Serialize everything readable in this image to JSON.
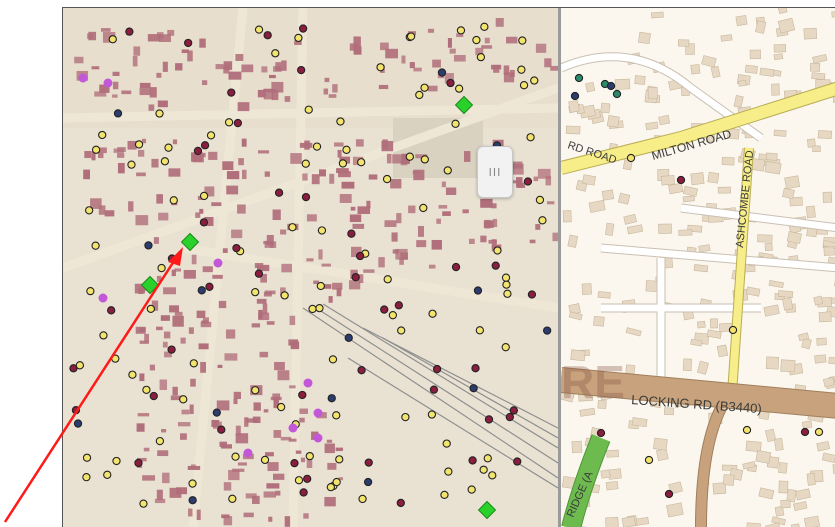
{
  "map": {
    "historic_panel": "historic-map",
    "modern_panel": "modern-map",
    "divider_handle_glyph": "III"
  },
  "roads": [
    {
      "id": "road-milton",
      "label": "MILTON ROAD"
    },
    {
      "id": "road-rd-road",
      "label": "RD ROAD"
    },
    {
      "id": "road-ashcombe",
      "label": "ASHCOMBE ROAD"
    },
    {
      "id": "road-locking",
      "label": "LOCKING RD (B3440)"
    },
    {
      "id": "road-ridge",
      "label": "RIDGE (A"
    }
  ],
  "colors": {
    "historic_bg": "#e9e2d3",
    "historic_buildings": "#b06e7a",
    "modern_bg": "#fbf7ee",
    "modern_buildings": "#e6d8c3",
    "yellow_road": "#f7ee8a",
    "brown_road": "#c7a27c",
    "green_road": "#6dbb4f",
    "marker_yellow": "#f2e46e",
    "marker_maroon": "#8b1e3f",
    "marker_purple": "#c257d8",
    "marker_green_diamond": "#2bd12b",
    "marker_teal": "#2a8a6a",
    "marker_navy": "#2a3d6e",
    "arrow": "#ff1a1a"
  },
  "icons": {
    "arrow": "red-pointer-arrow-icon",
    "diamond": "green-diamond-marker-icon",
    "circle": "circle-marker-icon"
  }
}
